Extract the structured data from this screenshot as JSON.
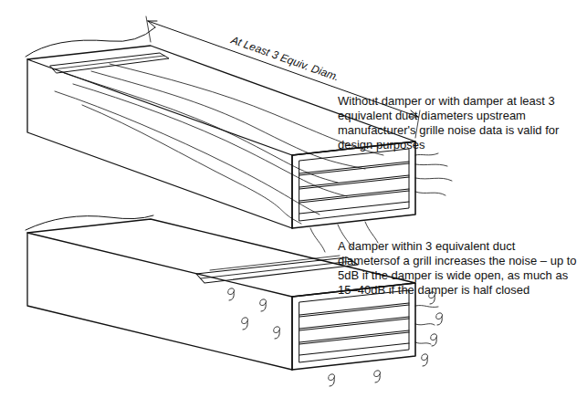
{
  "diagram": {
    "labels": [
      "At Least 3 Equiv. Diam.",
      "Without damper or with damper at least 3 equivalent duct diameters upstream manufacturer's grille noise data is valid for design purposes",
      "A damper within 3 equivalent duct diametersof a grill increases the noise – up to 5dB if the damper is wide open, as much as 15–40dB if the damper is half closed"
    ]
  }
}
